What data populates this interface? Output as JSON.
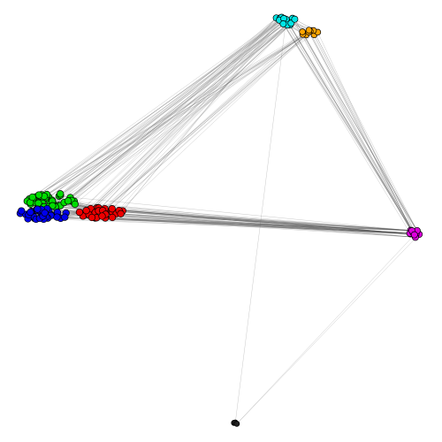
{
  "graph": {
    "type": "network",
    "clusters": [
      {
        "id": "cyan-cluster",
        "color": "#00e5e5",
        "size": 14
      },
      {
        "id": "orange-cluster",
        "color": "#ffa500",
        "size": 12
      },
      {
        "id": "green-cluster",
        "color": "#00dd00",
        "size": 40
      },
      {
        "id": "blue-cluster",
        "color": "#0000ee",
        "size": 35
      },
      {
        "id": "red-cluster",
        "color": "#ee0000",
        "size": 32
      },
      {
        "id": "magenta-cluster",
        "color": "#dd00dd",
        "size": 10
      },
      {
        "id": "black-cluster",
        "color": "#222222",
        "size": 3
      }
    ],
    "edge_color": "#555555"
  }
}
